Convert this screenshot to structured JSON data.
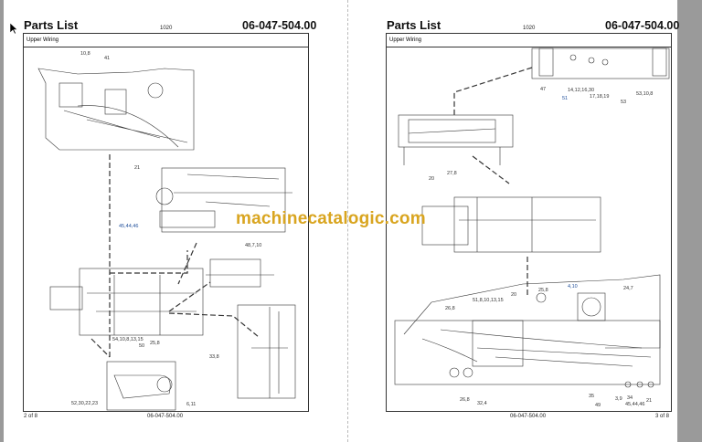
{
  "watermark": "machinecatalogic.com",
  "pages": [
    {
      "title": "Parts List",
      "model": "1020",
      "doc_number": "06-047-504.00",
      "section": "Upper Wiring",
      "footer_page": "2 of 8",
      "footer_doc": "06-047-504.00",
      "callouts": [
        "10,8",
        "41",
        "21",
        "45,44,46",
        "48,7,10",
        "54,10,8,13,15",
        "50",
        "25,8",
        "33,8",
        "52,30,22,23",
        "6,11"
      ]
    },
    {
      "title": "Parts List",
      "model": "1020",
      "doc_number": "06-047-504.00",
      "section": "Upper Wiring",
      "footer_page": "3 of 8",
      "footer_doc": "06-047-504.00",
      "callouts": [
        "47",
        "14,12,16,30",
        "51",
        "17,18,19",
        "53",
        "53,10,8",
        "20",
        "27,8",
        "26,8",
        "51,8,10,13,15",
        "20",
        "25,8",
        "4,10",
        "24,7",
        "26,8",
        "32,4",
        "35",
        "49",
        "3,9",
        "34",
        "45,44,46",
        "21"
      ]
    }
  ]
}
